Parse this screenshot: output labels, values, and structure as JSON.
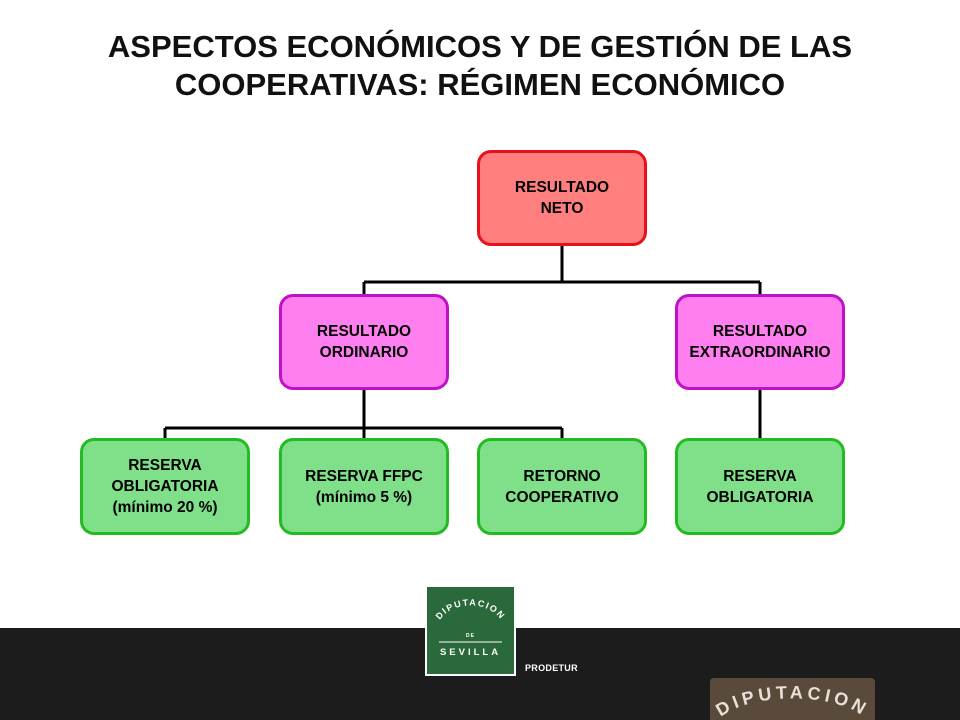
{
  "title": {
    "line1": "ASPECTOS ECONÓMICOS Y DE GESTIÓN DE LAS",
    "line2": "COOPERATIVAS: RÉGIMEN ECONÓMICO"
  },
  "nodes": {
    "root": {
      "lines": [
        "RESULTADO",
        "NETO"
      ]
    },
    "ordinario": {
      "lines": [
        "RESULTADO",
        "ORDINARIO"
      ]
    },
    "extraordinario": {
      "lines": [
        "RESULTADO",
        "EXTRAORDINARIO"
      ]
    },
    "reserva_obligatoria_1": {
      "lines": [
        "RESERVA",
        "OBLIGATORIA",
        "(mínimo 20 %)"
      ]
    },
    "reserva_ffpc": {
      "lines": [
        "RESERVA FFPC",
        "(mínimo 5 %)"
      ]
    },
    "retorno": {
      "lines": [
        "RETORNO",
        "COOPERATIVO"
      ]
    },
    "reserva_obligatoria_2": {
      "lines": [
        "RESERVA",
        "OBLIGATORIA"
      ]
    }
  },
  "footer": {
    "logo_text": [
      "DIPUTACION",
      "DE",
      "SEVILLA"
    ],
    "prodetur": "PRODETUR",
    "watermark_text": "DIPUTACION"
  },
  "colors": {
    "root_fill": "#ff7f7f",
    "root_border": "#e8101c",
    "mid_fill": "#ff7ff0",
    "mid_border": "#c010c8",
    "leaf_fill": "#80e08a",
    "leaf_border": "#22bb22",
    "footer_bg": "#1c1c1c",
    "logo_green": "#2a6a3a"
  }
}
